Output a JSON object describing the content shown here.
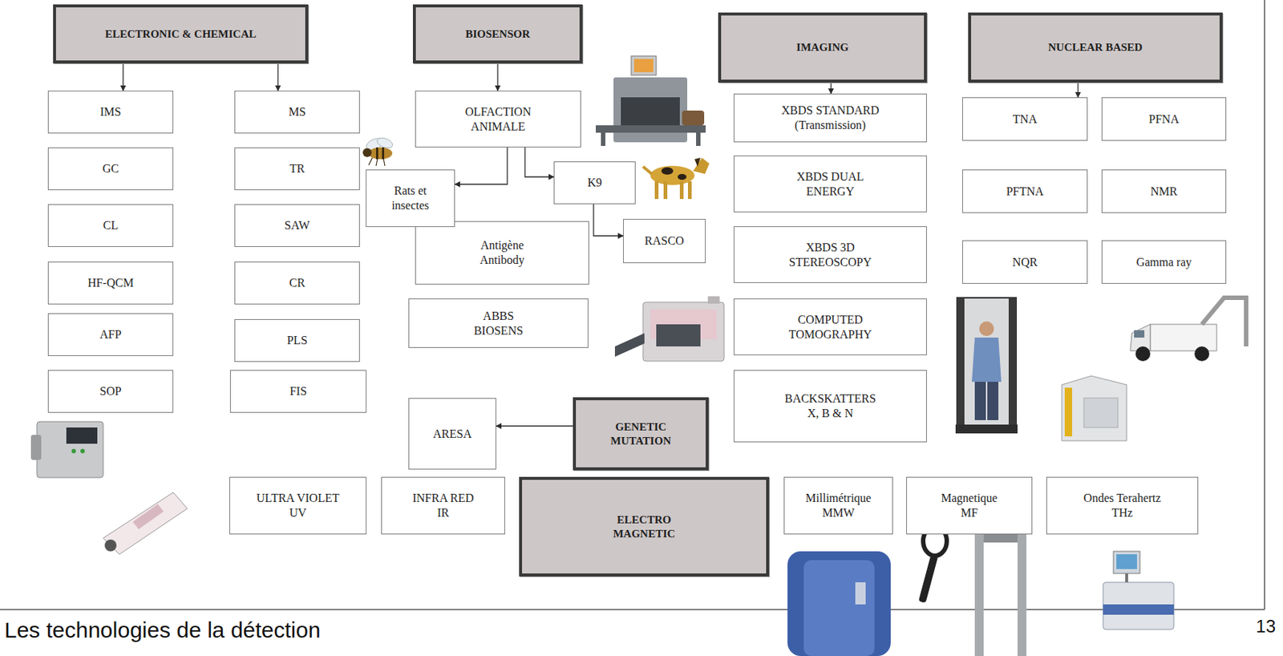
{
  "diagram": {
    "caption": "Les technologies de la détection",
    "nodes": [
      {
        "text": [
          "ELECTRONIC & CHEMICAL"
        ]
      },
      {
        "text": [
          "IMS"
        ]
      },
      {
        "text": [
          "GC"
        ]
      },
      {
        "text": [
          "CL"
        ]
      },
      {
        "text": [
          "HF-QCM"
        ]
      },
      {
        "text": [
          "AFP"
        ]
      },
      {
        "text": [
          "SOP"
        ]
      },
      {
        "text": [
          "MS"
        ]
      },
      {
        "text": [
          "TR"
        ]
      },
      {
        "text": [
          "SAW"
        ]
      },
      {
        "text": [
          "CR"
        ]
      },
      {
        "text": [
          "PLS"
        ]
      },
      {
        "text": [
          "FIS"
        ]
      },
      {
        "text": [
          "BIOSENSOR"
        ]
      },
      {
        "text": [
          "OLFACTION ANIMALE"
        ]
      },
      {
        "text": [
          "Rats et insectes"
        ]
      },
      {
        "text": [
          "K9"
        ]
      },
      {
        "text": [
          "RASCO"
        ]
      },
      {
        "text": [
          "Antigène Antibody"
        ]
      },
      {
        "text": [
          "ABBS BIOSENS"
        ]
      },
      {
        "text": [
          "GENETIC MUTATION"
        ]
      },
      {
        "text": [
          "ARESA"
        ]
      },
      {
        "text": [
          "IMAGING"
        ]
      },
      {
        "text": [
          "XBDS STANDARD (Transmission)"
        ]
      },
      {
        "text": [
          "XBDS DUAL ENERGY"
        ]
      },
      {
        "text": [
          "XBDS 3D STEREOSCOPY"
        ]
      },
      {
        "text": [
          "COMPUTED TOMOGRAPHY"
        ]
      },
      {
        "text": [
          "BACKSKATTERS X, B & N"
        ]
      },
      {
        "text": [
          "NUCLEAR BASED"
        ]
      },
      {
        "text": [
          "TNA"
        ]
      },
      {
        "text": [
          "PFNA"
        ]
      },
      {
        "text": [
          "PFTNA"
        ]
      },
      {
        "text": [
          "NMR"
        ]
      },
      {
        "text": [
          "NQR"
        ]
      },
      {
        "text": [
          "Gamma ray"
        ]
      },
      {
        "text": [
          "ULTRA VIOLET UV"
        ]
      },
      {
        "text": [
          "INFRA RED IR"
        ]
      },
      {
        "text": [
          "ELECTRO MAGNETIC"
        ]
      },
      {
        "text": [
          "Millimétrique MMW"
        ]
      },
      {
        "text": [
          "Magnetique MF"
        ]
      },
      {
        "text": [
          "Ondes Terahertz THz"
        ]
      }
    ],
    "edges": [
      {
        "from": 0,
        "to": 1,
        "arrow": "to"
      },
      {
        "from": 0,
        "to": 7,
        "arrow": "to"
      },
      {
        "from": 13,
        "to": 14,
        "arrow": "to"
      },
      {
        "from": 14,
        "to": 15,
        "arrow": "to"
      },
      {
        "from": 14,
        "to": 16,
        "arrow": "to"
      },
      {
        "from": 16,
        "to": 17,
        "arrow": "to"
      },
      {
        "from": 20,
        "to": 21,
        "arrow": "to"
      },
      {
        "from": 22,
        "to": 23,
        "arrow": "to"
      },
      {
        "from": 28,
        "to": 29,
        "arrow": "to"
      }
    ],
    "labels": [
      "13"
    ]
  }
}
